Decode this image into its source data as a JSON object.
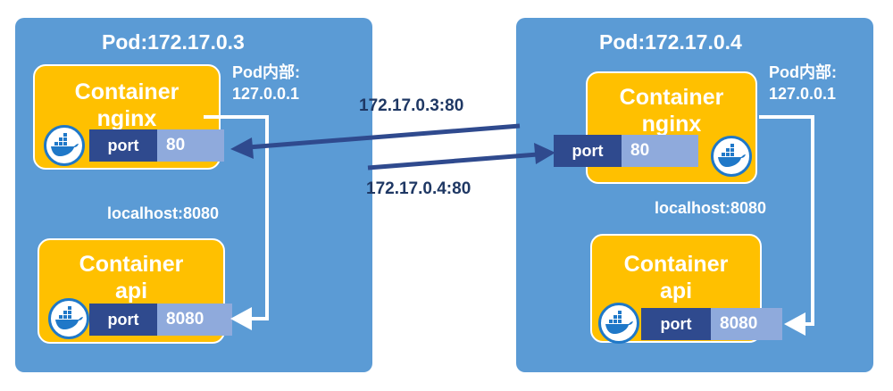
{
  "pods": [
    {
      "title": "Pod:172.17.0.3",
      "inner_note": [
        "Pod内部:",
        "127.0.0.1"
      ],
      "localhost_note": "localhost:8080",
      "nginx": {
        "name_line1": "Container",
        "name_line2": "nginx",
        "port_label": "port",
        "port_value": "80"
      },
      "api": {
        "name_line1": "Container",
        "name_line2": "api",
        "port_label": "port",
        "port_value": "8080"
      }
    },
    {
      "title": "Pod:172.17.0.4",
      "inner_note": [
        "Pod内部:",
        "127.0.0.1"
      ],
      "localhost_note": "localhost:8080",
      "nginx": {
        "name_line1": "Container",
        "name_line2": "nginx",
        "port_label": "port",
        "port_value": "80"
      },
      "api": {
        "name_line1": "Container",
        "name_line2": "api",
        "port_label": "port",
        "port_value": "8080"
      }
    }
  ],
  "connections": {
    "to_pod1": "172.17.0.3:80",
    "to_pod2": "172.17.0.4:80"
  },
  "icons": {
    "container_icon": "docker-whale-icon"
  },
  "colors": {
    "pod_bg": "#5b9bd5",
    "container_bg": "#ffc000",
    "port_label_bg": "#2f4a8e",
    "port_value_bg": "#8faadc",
    "link_arrow": "#2f4a8e"
  }
}
